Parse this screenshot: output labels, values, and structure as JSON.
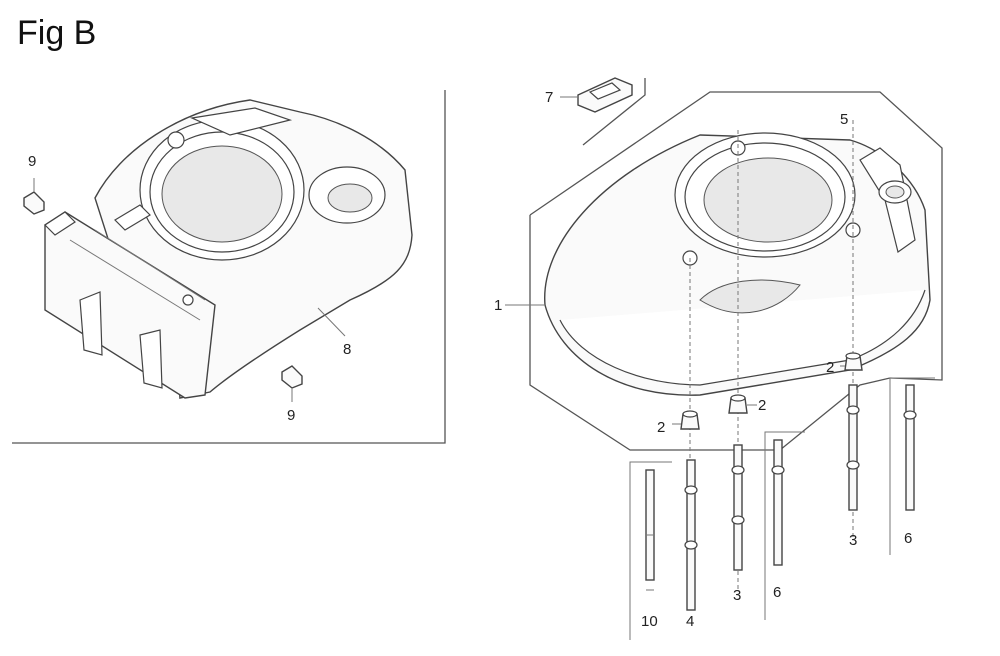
{
  "figure": {
    "title": "Fig B"
  },
  "callouts": {
    "p9_top": "9",
    "p9_bottom": "9",
    "p8": "8",
    "p7": "7",
    "p5": "5",
    "p1": "1",
    "p2_right": "2",
    "p2_mid": "2",
    "p2_left": "2",
    "p10": "10",
    "p4": "4",
    "p3_mid": "3",
    "p6_mid": "6",
    "p3_right": "3",
    "p6_right": "6"
  }
}
